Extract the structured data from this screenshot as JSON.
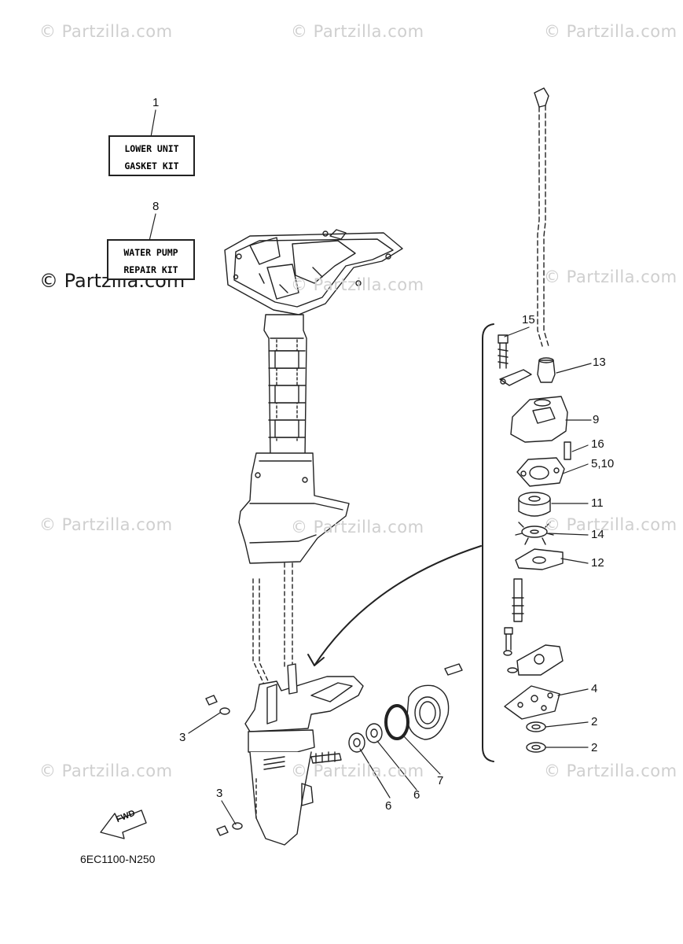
{
  "watermark": {
    "text": "© Partzilla.com",
    "strong_text": "© Partzilla.com"
  },
  "kits": {
    "lower_unit": {
      "line1": "LOWER UNIT",
      "line2": "GASKET KIT"
    },
    "water_pump": {
      "line1": "WATER PUMP",
      "line2": "REPAIR KIT"
    }
  },
  "callouts": {
    "c1": "1",
    "c8": "8",
    "c15": "15",
    "c13": "13",
    "c9": "9",
    "c16": "16",
    "c5_10": "5,10",
    "c11": "11",
    "c14": "14",
    "c12": "12",
    "c4": "4",
    "c2a": "2",
    "c2b": "2",
    "c3a": "3",
    "c3b": "3",
    "c6a": "6",
    "c6b": "6",
    "c7": "7"
  },
  "fwd_label": "FWD",
  "diagram_code": "6EC1100-N250",
  "icons": [
    "fwd-arrow-icon"
  ]
}
